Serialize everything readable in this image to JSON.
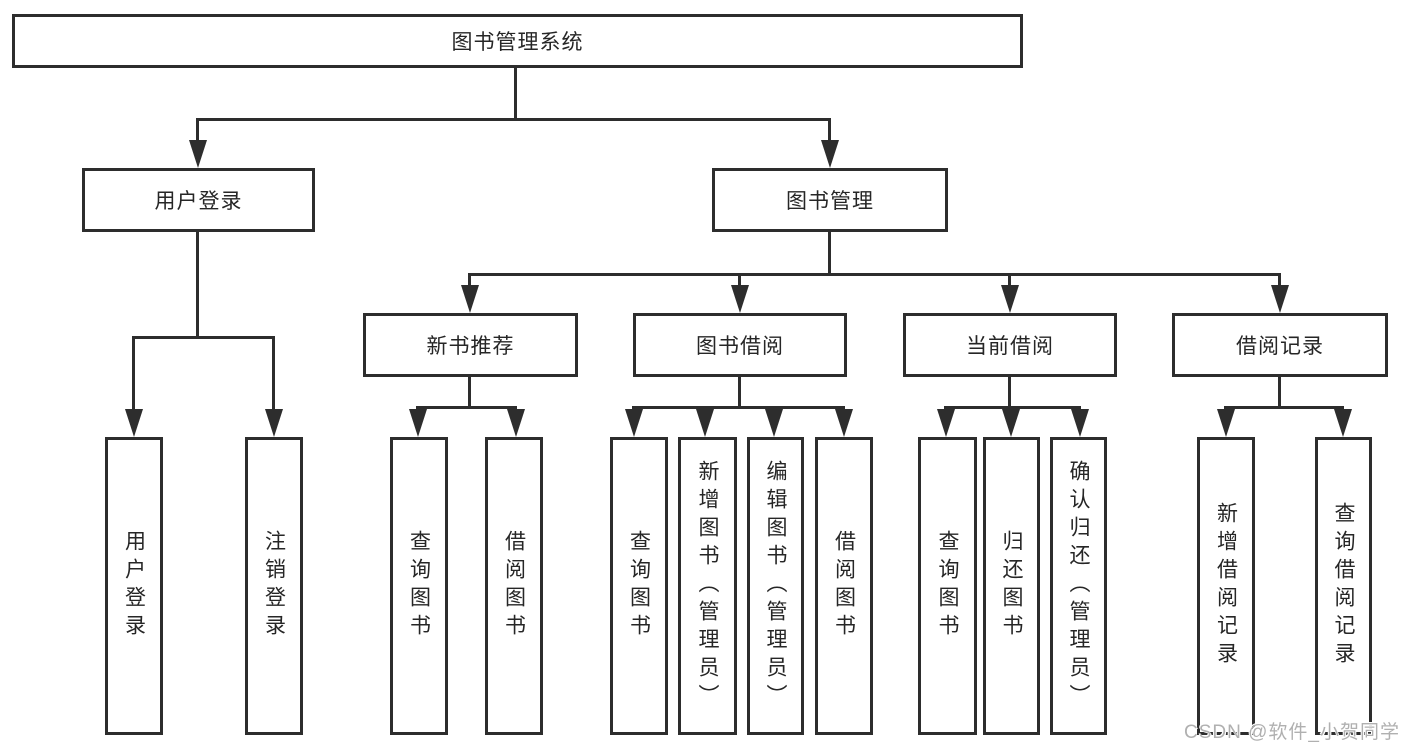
{
  "diagram_title": "图书管理系统",
  "tree": {
    "root": {
      "label": "图书管理系统"
    },
    "level2": [
      {
        "label": "用户登录",
        "children": [
          "用户登录",
          "注销登录"
        ]
      },
      {
        "label": "图书管理"
      }
    ],
    "level3": [
      {
        "label": "新书推荐",
        "children": [
          "查询图书",
          "借阅图书"
        ]
      },
      {
        "label": "图书借阅",
        "children": [
          "查询图书",
          "新增图书（管理员）",
          "编辑图书（管理员）",
          "借阅图书"
        ]
      },
      {
        "label": "当前借阅",
        "children": [
          "查询图书",
          "归还图书",
          "确认归还（管理员）"
        ]
      },
      {
        "label": "借阅记录",
        "children": [
          "新增借阅记录",
          "查询借阅记录"
        ]
      }
    ]
  },
  "watermark": "CSDN @软件_小贺同学",
  "colors": {
    "line": "#2d2d2d",
    "text": "#262626",
    "background": "#ffffff",
    "watermark": "#b0b0b0"
  }
}
